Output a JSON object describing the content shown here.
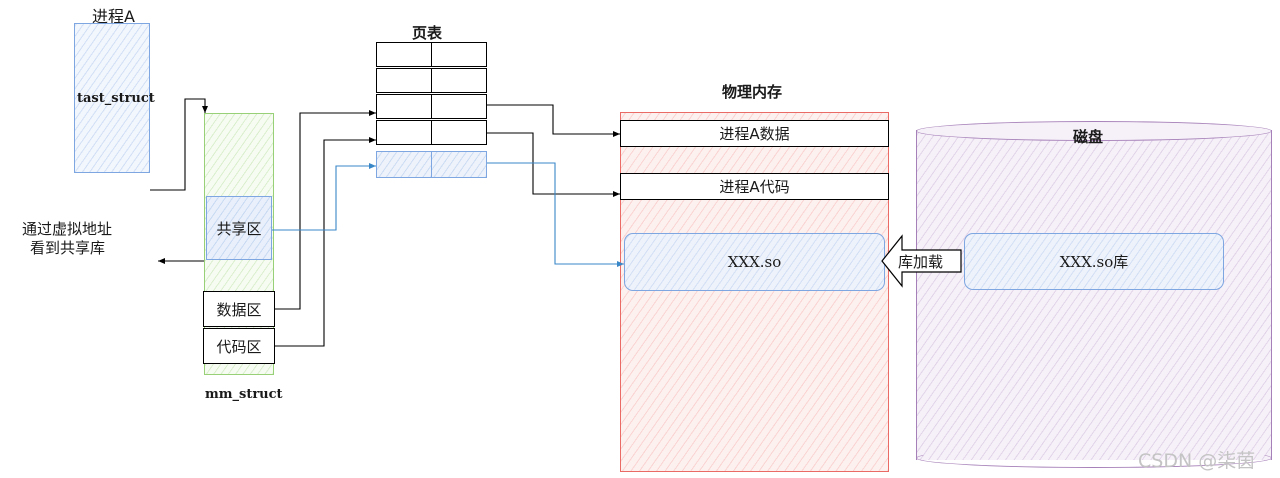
{
  "process": {
    "title": "进程A",
    "task_struct_label": "tast_struct"
  },
  "mm": {
    "label": "mm_struct",
    "shared_region": "共享区",
    "data_region": "数据区",
    "code_region": "代码区"
  },
  "note": {
    "line1": "通过虚拟地址",
    "line2": "看到共享库"
  },
  "page_table": {
    "title": "页表"
  },
  "physical_memory": {
    "title": "物理内存",
    "process_a_data": "进程A数据",
    "process_a_code": "进程A代码",
    "shared_lib": "XXX.so"
  },
  "disk": {
    "title": "磁盘",
    "lib": "XXX.so库"
  },
  "load_arrow": {
    "label": "库加载"
  },
  "watermark": "CSDN @柒茵",
  "colors": {
    "blue": "#7ea6e0",
    "green": "#97d077",
    "red": "#ea6b66",
    "purple": "#a680b8",
    "link_blue": "#3a87c8"
  }
}
